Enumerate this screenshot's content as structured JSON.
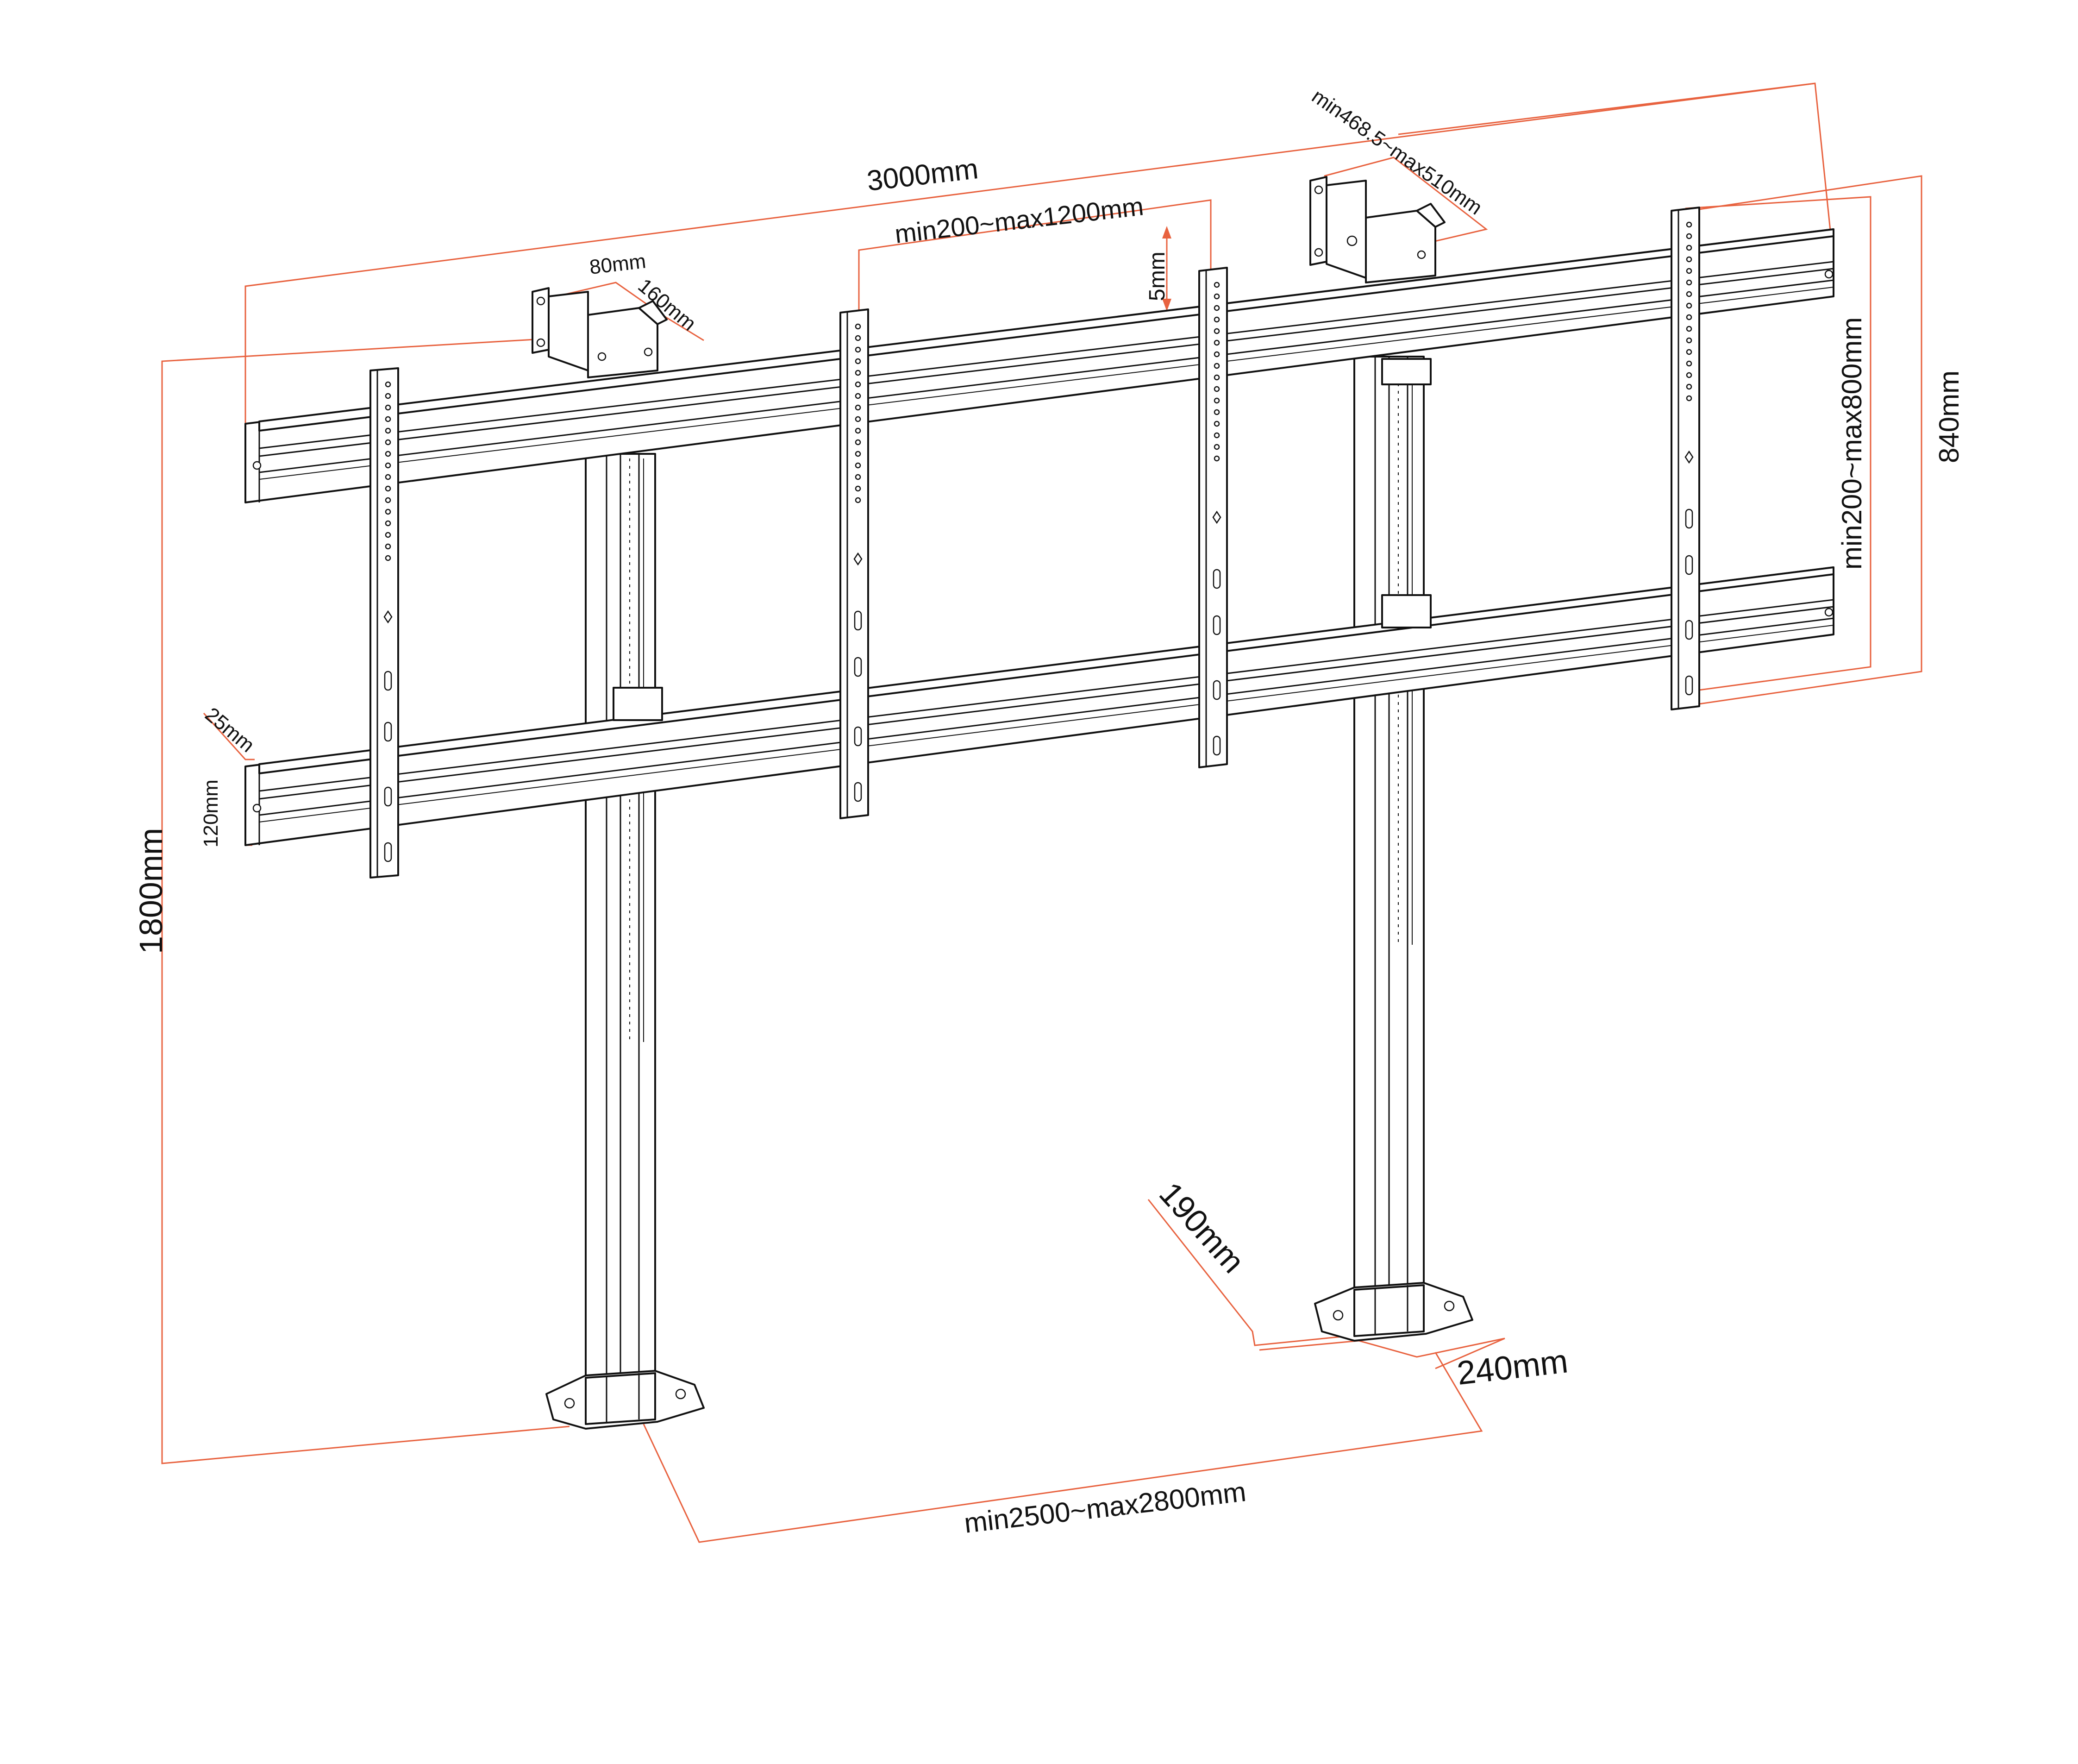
{
  "colors": {
    "dimension_line": "#e8623f",
    "outline": "#111111",
    "background": "#ffffff"
  },
  "dimensions": {
    "total_width": "3000mm",
    "plate_spacing": "min200~max1200mm",
    "fine_adjust": "5mm",
    "wall_depth": "min468.5~max510mm",
    "bracket_width": "80mm",
    "bracket_depth": "160mm",
    "rail_spacing": "min200~max800mm",
    "outer_rail_span": "840mm",
    "rail_offset": "25mm",
    "rail_height": "120mm",
    "total_height": "1800mm",
    "base_depth": "190mm",
    "base_width": "240mm",
    "pole_spacing": "min2500~max2800mm"
  }
}
